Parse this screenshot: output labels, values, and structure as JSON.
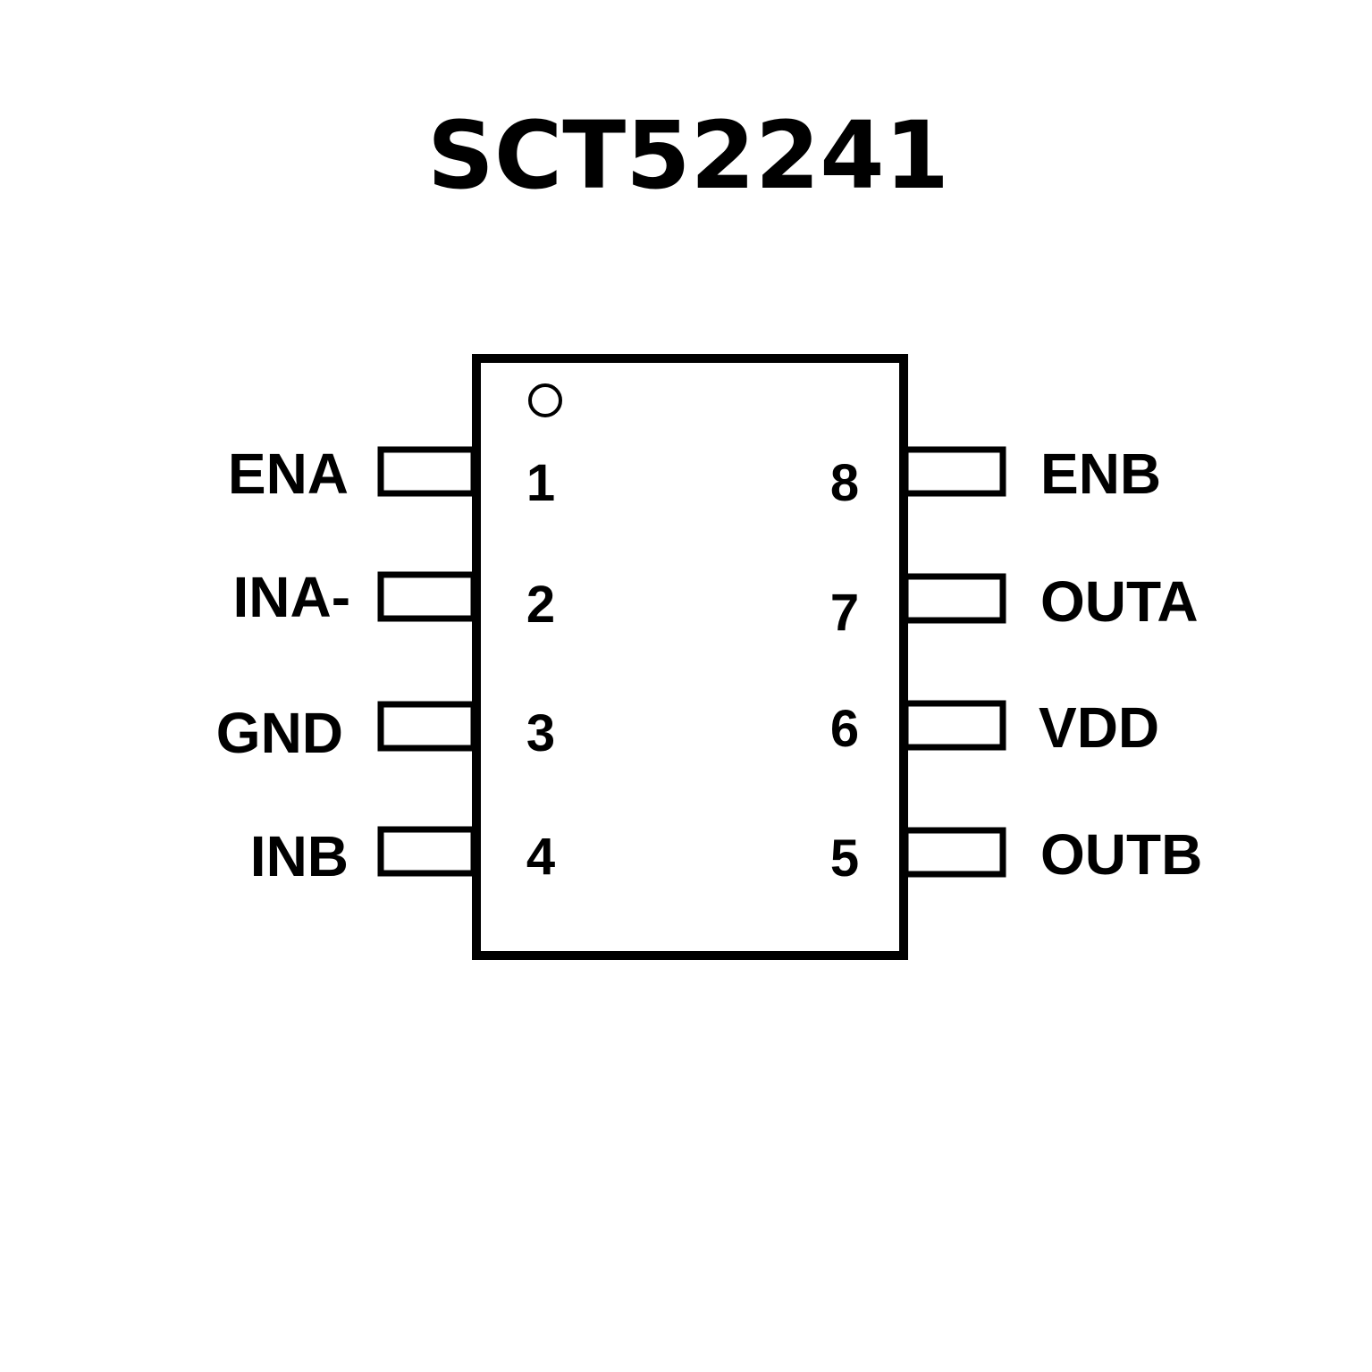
{
  "title": "SCT52241",
  "colors": {
    "stroke": "#000000",
    "background": "#ffffff"
  },
  "pins": {
    "left": [
      {
        "number": "1",
        "name": "ENA"
      },
      {
        "number": "2",
        "name": "INA-"
      },
      {
        "number": "3",
        "name": "GND"
      },
      {
        "number": "4",
        "name": "INB"
      }
    ],
    "right": [
      {
        "number": "8",
        "name": "ENB"
      },
      {
        "number": "7",
        "name": "OUTA"
      },
      {
        "number": "6",
        "name": "VDD"
      },
      {
        "number": "5",
        "name": "OUTB"
      }
    ]
  }
}
